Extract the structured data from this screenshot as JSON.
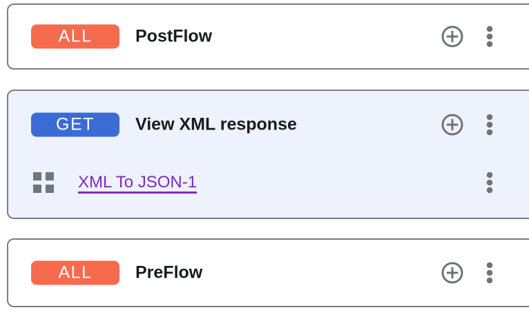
{
  "colors": {
    "all_badge": "#f66a4e",
    "get_badge": "#3b6bd4",
    "selected_card_bg": "#edf2fc",
    "card_border": "#797d83",
    "icon_gray": "#6f7377",
    "policy_link": "#7c2bbd",
    "title_text": "#191b1d"
  },
  "icons": {
    "add": "plus-circle-icon",
    "menu": "kebab-menu-icon",
    "drag": "drag-handle-icon"
  },
  "cards": [
    {
      "method": "ALL",
      "title": "PostFlow"
    },
    {
      "method": "GET",
      "title": "View XML response",
      "selected": true,
      "policies": [
        {
          "name": "XML To JSON-1"
        }
      ]
    },
    {
      "method": "ALL",
      "title": "PreFlow"
    }
  ]
}
